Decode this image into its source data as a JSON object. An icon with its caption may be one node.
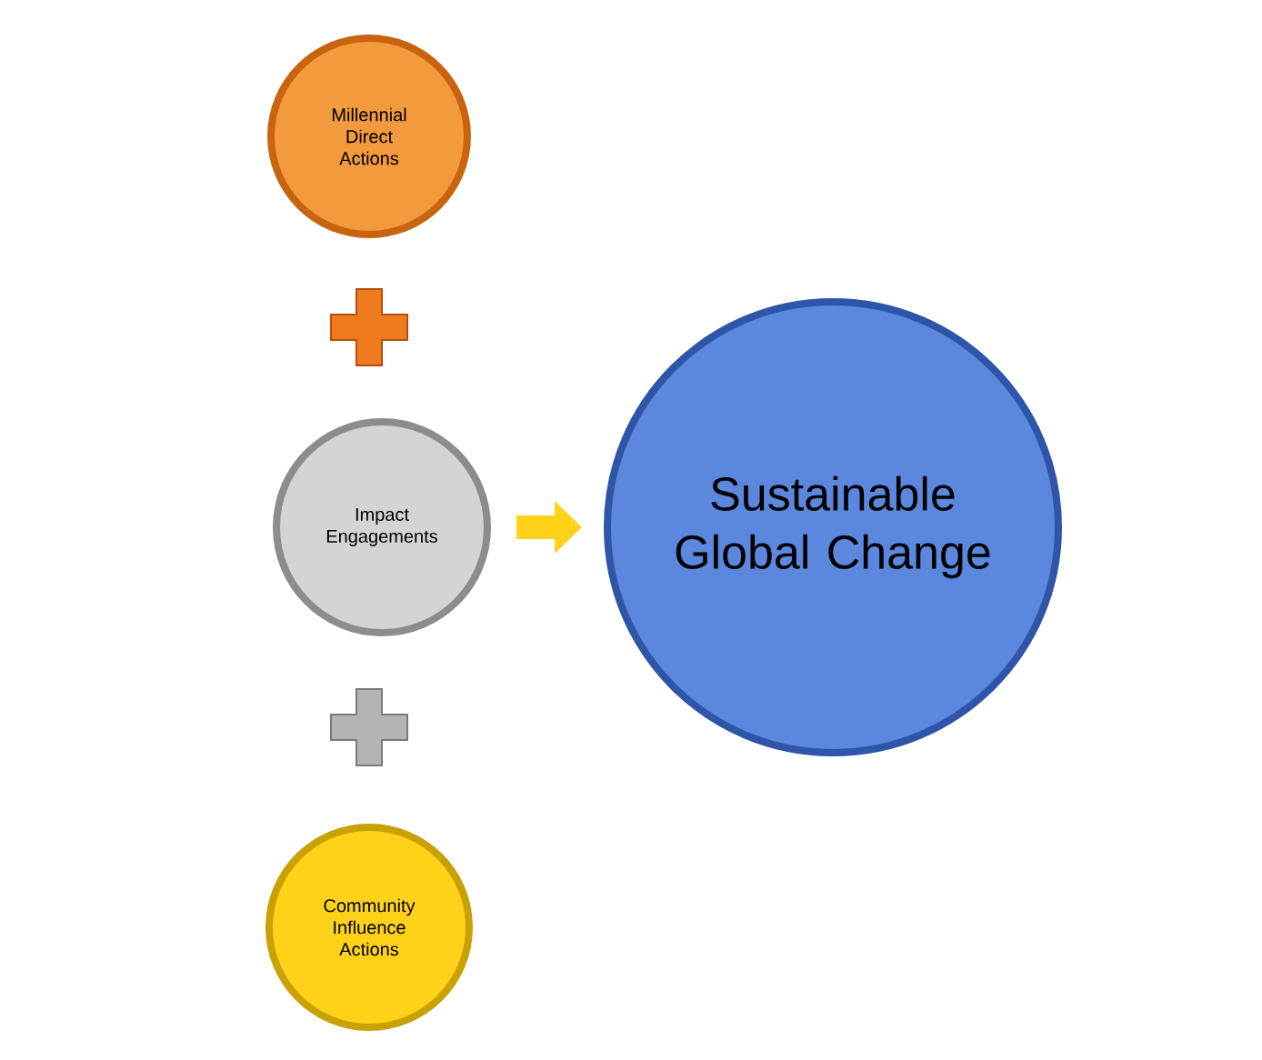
{
  "diagram": {
    "nodes": [
      {
        "text": [
          "Millennial Direct Actions"
        ]
      },
      {
        "text": [
          "Impact Engagements"
        ]
      },
      {
        "text": [
          "Community Influence Actions"
        ]
      },
      {
        "text": [
          "Sustainable Global Change"
        ]
      }
    ],
    "edges": [
      {
        "from": 1,
        "to": 3,
        "arrow": "to"
      }
    ]
  }
}
